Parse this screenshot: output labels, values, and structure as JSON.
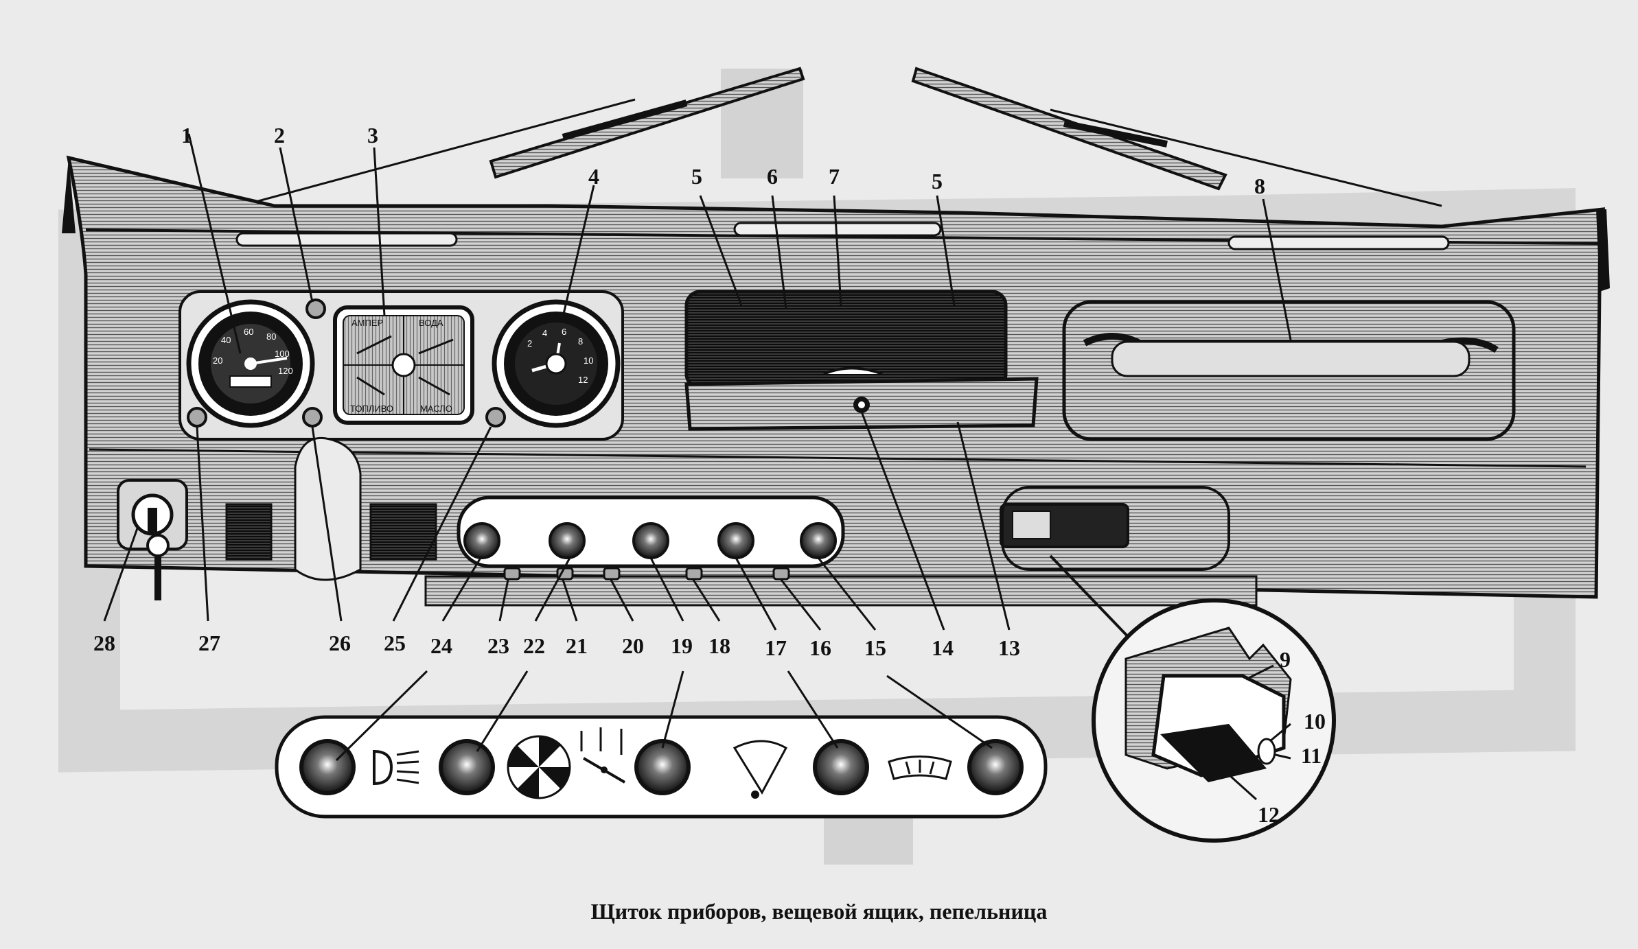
{
  "caption": "Щиток приборов, вещевой ящик, пепельница",
  "gauge_labels": {
    "speedometer": [
      "20",
      "40",
      "60",
      "80",
      "100",
      "120"
    ],
    "combo_top_left": "АМПЕР",
    "combo_top_right": "ВОДА",
    "combo_bottom_left": "ТОПЛИВО",
    "combo_bottom_right": "МАСЛО",
    "clock": [
      "2",
      "4",
      "6",
      "8",
      "10",
      "12"
    ]
  },
  "callouts": [
    {
      "id": "1",
      "text": "1"
    },
    {
      "id": "2",
      "text": "2"
    },
    {
      "id": "3",
      "text": "3"
    },
    {
      "id": "4",
      "text": "4"
    },
    {
      "id": "5a",
      "text": "5"
    },
    {
      "id": "6",
      "text": "6"
    },
    {
      "id": "7",
      "text": "7"
    },
    {
      "id": "5b",
      "text": "5"
    },
    {
      "id": "8",
      "text": "8"
    },
    {
      "id": "9",
      "text": "9"
    },
    {
      "id": "10",
      "text": "10"
    },
    {
      "id": "11",
      "text": "11"
    },
    {
      "id": "12",
      "text": "12"
    },
    {
      "id": "13",
      "text": "13"
    },
    {
      "id": "14",
      "text": "14"
    },
    {
      "id": "15",
      "text": "15"
    },
    {
      "id": "16",
      "text": "16"
    },
    {
      "id": "17",
      "text": "17"
    },
    {
      "id": "18",
      "text": "18"
    },
    {
      "id": "19",
      "text": "19"
    },
    {
      "id": "20",
      "text": "20"
    },
    {
      "id": "21",
      "text": "21"
    },
    {
      "id": "22",
      "text": "22"
    },
    {
      "id": "23",
      "text": "23"
    },
    {
      "id": "24",
      "text": "24"
    },
    {
      "id": "25",
      "text": "25"
    },
    {
      "id": "26",
      "text": "26"
    },
    {
      "id": "27",
      "text": "27"
    },
    {
      "id": "28",
      "text": "28"
    }
  ]
}
